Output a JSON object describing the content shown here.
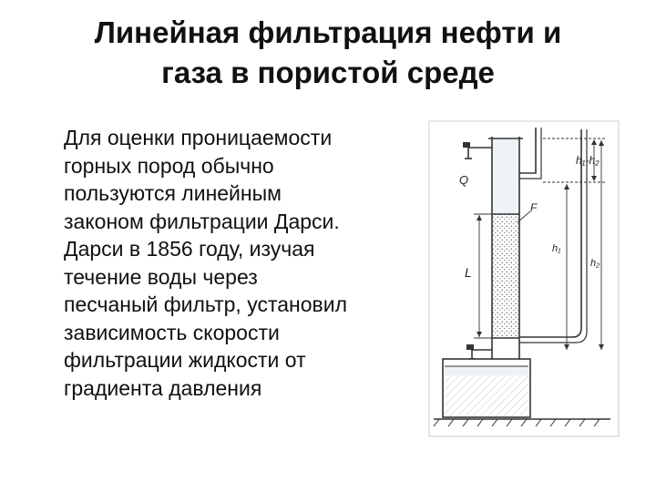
{
  "title": {
    "lines": [
      "Линейная фильтрация нефти и",
      "газа в пористой среде"
    ]
  },
  "body": {
    "lines": [
      "Для оценки проницаемости",
      "горных пород обычно",
      "пользуются линейным",
      "законом фильтрации Дарси.",
      "Дарси в 1856 году, изучая",
      "течение воды через",
      "песчаный фильтр, установил",
      "зависимость скорости",
      "фильтрации жидкости от",
      "градиента давления"
    ]
  },
  "diagram": {
    "labels": {
      "q": "Q",
      "h1_minus_h2": "h₁-h₂",
      "f": "F",
      "l": "L",
      "h1": "h₁",
      "h2": "h₂"
    }
  }
}
